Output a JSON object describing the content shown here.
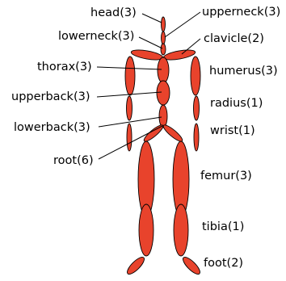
{
  "diagram": {
    "colors": {
      "body": "#e8432c",
      "outline": "#000000",
      "text": "#000000",
      "background": "#ffffff"
    },
    "labels": {
      "head": "head(3)",
      "upperneck": "upperneck(3)",
      "lowerneck": "lowerneck(3)",
      "clavicle": "clavicle(2)",
      "thorax": "thorax(3)",
      "humerus": "humerus(3)",
      "upperback": "upperback(3)",
      "radius": "radius(1)",
      "lowerback": "lowerback(3)",
      "wrist": "wrist(1)",
      "root": "root(6)",
      "femur": "femur(3)",
      "tibia": "tibia(1)",
      "foot": "foot(2)"
    }
  }
}
